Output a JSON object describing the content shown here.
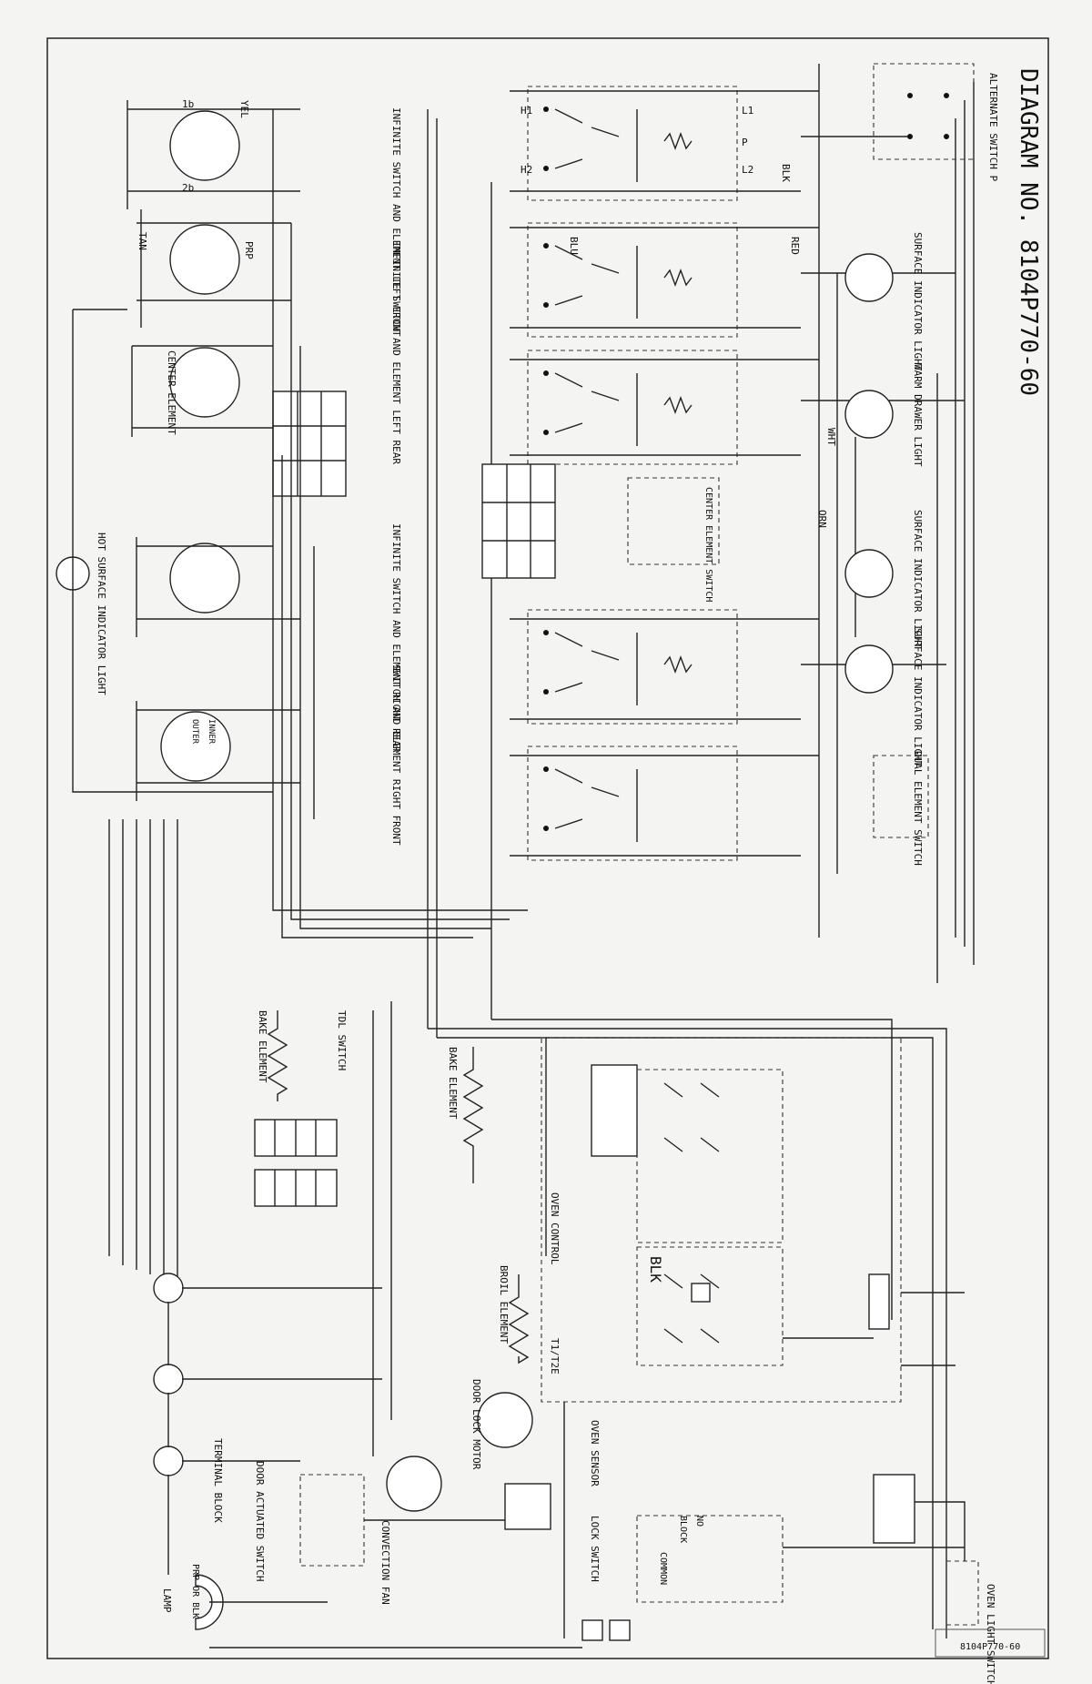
{
  "title": "DIAGRAM NO. 8104P770-60",
  "footer_ref": "8104P770-60",
  "colors": {
    "ink": "#1a1a1a",
    "paper": "#f4f4f2"
  },
  "component_labels": {
    "alternate_switch": "ALTERNATE SWITCH P",
    "surface_indicator_light": "SURFACE INDICATOR LIGHT",
    "warm_drawer_light": "WARM DRAWER LIGHT",
    "center_element_switch": "CENTER ELEMENT SWITCH",
    "dual_element_switch": "DUAL ELEMENT SWITCH",
    "sw_left_front": "INFINITE SWITCH AND ELEMENT LEFT FRONT",
    "sw_left_rear": "INFINITE SWITCH AND ELEMENT LEFT REAR",
    "center_element": "CENTER ELEMENT",
    "sw_right_rear": "INFINITE SWITCH AND ELEMENT RIGHT REAR",
    "sw_right_front": "SWITCH AND ELEMENT RIGHT FRONT",
    "hot_surface_light": "HOT SURFACE INDICATOR LIGHT",
    "tdl_switch": "TDL SWITCH",
    "bake_element_1": "BAKE ELEMENT",
    "bake_element_2": "BAKE ELEMENT",
    "broil_element": "BROIL ELEMENT",
    "oven_control": "OVEN CONTROL",
    "door_lock_motor": "DOOR LOCK MOTOR",
    "oven_sensor": "OVEN SENSOR",
    "lock_switch": "LOCK SWITCH",
    "convection_fan": "CONVECTION FAN",
    "door_actuated_switch": "DOOR ACTUATED SWITCH",
    "lamp": "LAMP",
    "terminal_block": "TERMINAL BLOCK",
    "oven_light_switch": "OVEN LIGHT SWITCH"
  },
  "small_labels": {
    "inner": "INNER",
    "outer": "OUTER",
    "common": "COMMON",
    "block": "BLOCK",
    "no": "NO",
    "blk_large": "BLK",
    "t1t2e": "T1/T2E",
    "prp_or_blk": "PRP OR BLK"
  },
  "terminals": [
    "H1",
    "H2",
    "L1",
    "L2",
    "P",
    "1b",
    "2b"
  ],
  "wire_colors": [
    "YEL",
    "BLK",
    "RED",
    "BLU",
    "TAN",
    "PRP",
    "ORN",
    "WHT"
  ]
}
